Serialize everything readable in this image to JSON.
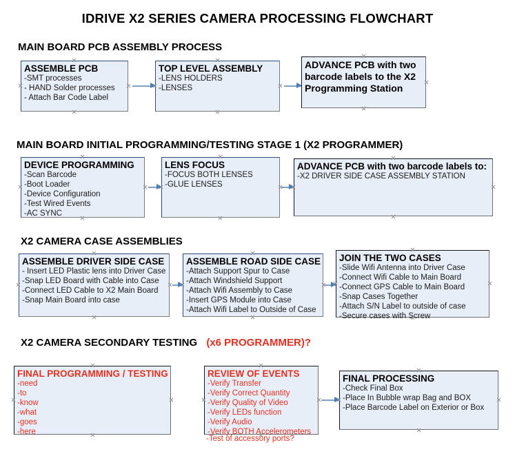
{
  "title": "IDRIVE X2  SERIES CAMERA PROCESSING FLOWCHART",
  "colors": {
    "box_fill": "#e8eef8",
    "box_border": "#2f4b7c",
    "box_border_dark": "#14161a",
    "arrow": "#4a7ebb",
    "accent_red": "#e03020",
    "text": "#000000"
  },
  "sections": [
    {
      "heading": "MAIN BOARD PCB ASSEMBLY PROCESS",
      "heading_accent": "",
      "boxes": [
        {
          "title": "ASSEMBLE PCB",
          "lines": [
            "-SMT processes",
            "- HAND Solder processes",
            "- Attach Bar Code Label"
          ]
        },
        {
          "title": "TOP LEVEL ASSEMBLY",
          "lines": [
            "-LENS HOLDERS",
            "-LENSES"
          ]
        },
        {
          "title": "ADVANCE PCB with two barcode labels to the  X2 Programming Station",
          "lines": []
        }
      ]
    },
    {
      "heading": "MAIN BOARD INITIAL PROGRAMMING/TESTING STAGE 1 (X2 PROGRAMMER)",
      "heading_accent": "",
      "boxes": [
        {
          "title": "DEVICE PROGRAMMING",
          "lines": [
            "-Scan Barcode",
            "-Boot Loader",
            "-Device Configuration",
            "-Test Wired Events",
            "-AC SYNC"
          ]
        },
        {
          "title": "LENS FOCUS",
          "lines": [
            "-FOCUS BOTH LENSES",
            "-GLUE LENSES"
          ]
        },
        {
          "title": "ADVANCE PCB with two barcode labels to:",
          "lines": [
            "-X2 DRIVER  SIDE  CASE  ASSEMBLY STATION"
          ]
        }
      ]
    },
    {
      "heading": "X2 CAMERA CASE ASSEMBLIES",
      "heading_accent": "",
      "boxes": [
        {
          "title": "ASSEMBLE DRIVER SIDE CASE",
          "lines": [
            "- Insert LED Plastic lens into Driver Case",
            "-Snap LED Board with Cable into Case",
            "-Connect LED Cable to X2 Main Board",
            "-Snap Main Board into case"
          ]
        },
        {
          "title": "ASSEMBLE ROAD SIDE CASE",
          "lines": [
            "-Attach Support Spur to Case",
            "-Attach Windshield Support",
            "-Attach Wifi Assembly to Case",
            "-Insert GPS Module into Case",
            "-Attach Wifi Label to Outside of Case"
          ]
        },
        {
          "title": "JOIN THE TWO CASES",
          "lines": [
            "-Slide Wifi Antenna into Driver Case",
            "-Connect Wifi Cable to Main Board",
            "-Connect GPS Cable to Main Board",
            "-Snap Cases Together",
            "-Attach S/N Label to outside of case",
            "-Secure cases with Screw"
          ]
        }
      ]
    },
    {
      "heading": "X2 CAMERA SECONDARY TESTING",
      "heading_accent": "(x6 PROGRAMMER)?",
      "boxes": [
        {
          "title": "FINAL PROGRAMMING / TESTING",
          "lines": [
            "-need",
            "-to",
            "-know",
            "-what",
            "-goes",
            "-here"
          ]
        },
        {
          "title": "REVIEW OF EVENTS",
          "lines": [
            "-Verify Transfer",
            "-Verify Correct Quantity",
            "-Verify Quality of Video",
            "-Verify LEDs function",
            "-Verify Audio",
            "-Verify BOTH Accelerometers"
          ],
          "overflow": "-Test of accessory ports?"
        },
        {
          "title": "FINAL PROCESSING",
          "lines": [
            "-Check Final Box",
            "-Place In Bubble wrap Bag and BOX",
            "-Place Barcode Label on Exterior or Box"
          ]
        }
      ]
    }
  ]
}
